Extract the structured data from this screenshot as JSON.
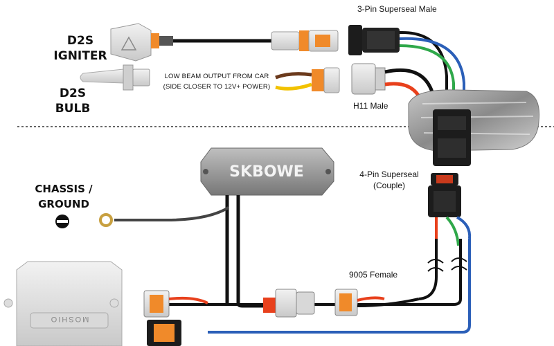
{
  "labels": {
    "d2s_igniter_line1": "D2S",
    "d2s_igniter_line2": "IGNITER",
    "d2s_bulb_line1": "D2S",
    "d2s_bulb_line2": "BULB",
    "low_beam_line1": "LOW BEAM OUTPUT FROM CAR",
    "low_beam_line2": "(SIDE CLOSER TO 12V+ POWER)",
    "three_pin": "3-Pin Superseal Male",
    "h11_male": "H11 Male",
    "four_pin_line1": "4-Pin Superseal",
    "four_pin_line2": "(Couple)",
    "chassis_line1": "CHASSIS /",
    "chassis_line2": "GROUND",
    "relay_brand": "SKBOWE",
    "ballast_brand": "MOSHIO",
    "nine_oh_oh_five": "9005 Female"
  },
  "colors": {
    "wire_black": "#111111",
    "wire_red": "#e8401c",
    "wire_green": "#2fa84a",
    "wire_blue": "#2b5fb8",
    "wire_brown": "#6b3a1c",
    "wire_yellow": "#f2c200",
    "connector_orange": "#f08a2a",
    "housing_grey": "#8c8c8c"
  }
}
